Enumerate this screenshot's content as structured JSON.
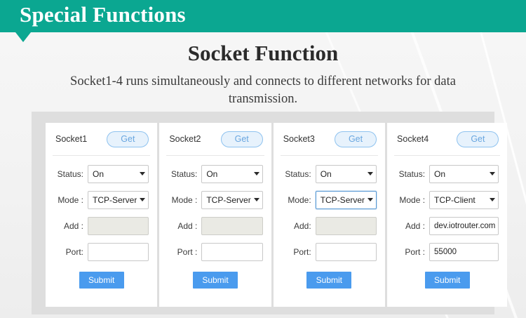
{
  "banner": {
    "title": "Special Functions",
    "color": "#0ba791"
  },
  "heading": {
    "title": "Socket Function",
    "subtitle": "Socket1-4 runs simultaneously and connects to different networks for data transmission."
  },
  "common": {
    "get_label": "Get",
    "submit_label": "Submit",
    "accent_blue": "#4a9bee",
    "get_text_color": "#6aa7e0"
  },
  "cards": [
    {
      "title": "Socket1",
      "get_label": "Get",
      "status_label": "Status:",
      "status_value": "On",
      "mode_label": "Mode :",
      "mode_value": "TCP-Server",
      "mode_focused": false,
      "add_label": "Add :",
      "add_value": "",
      "add_disabled": true,
      "port_label": "Port:",
      "port_value": "",
      "submit_label": "Submit"
    },
    {
      "title": "Socket2",
      "get_label": "Get",
      "status_label": "Status:",
      "status_value": "On",
      "mode_label": "Mode :",
      "mode_value": "TCP-Server",
      "mode_focused": false,
      "add_label": "Add :",
      "add_value": "",
      "add_disabled": true,
      "port_label": "Port :",
      "port_value": "",
      "submit_label": "Submit"
    },
    {
      "title": "Socket3",
      "get_label": "Get",
      "status_label": "Status:",
      "status_value": "On",
      "mode_label": "Mode:",
      "mode_value": "TCP-Server",
      "mode_focused": true,
      "add_label": "Add:",
      "add_value": "",
      "add_disabled": true,
      "port_label": "Port:",
      "port_value": "",
      "submit_label": "Submit"
    },
    {
      "title": "Socket4",
      "get_label": "Get",
      "status_label": "Status:",
      "status_value": "On",
      "mode_label": "Mode :",
      "mode_value": "TCP-Client",
      "mode_focused": false,
      "add_label": "Add :",
      "add_value": "dev.iotrouter.com",
      "add_disabled": false,
      "port_label": "Port :",
      "port_value": "55000",
      "submit_label": "Submit"
    }
  ]
}
